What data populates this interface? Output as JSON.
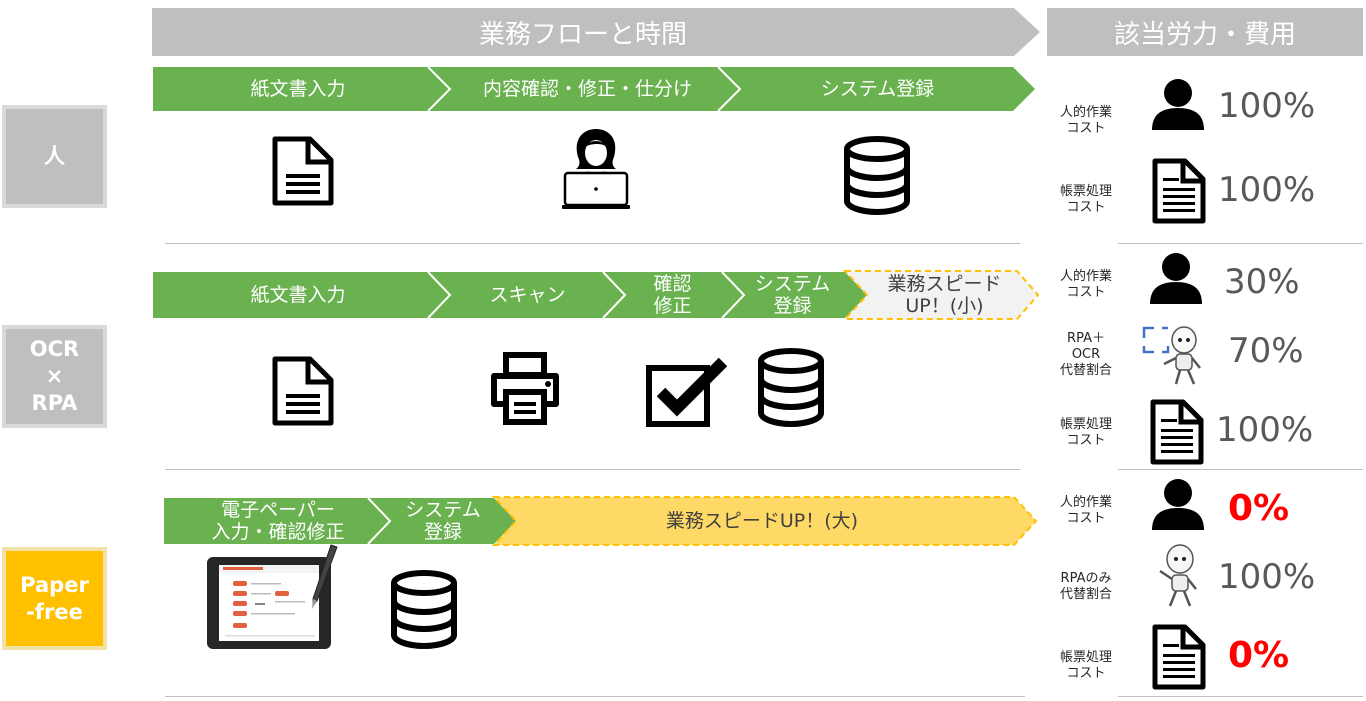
{
  "header": {
    "flow_title": "業務フローと時間",
    "cost_title": "該当労力・費用"
  },
  "rows": [
    {
      "label": "人",
      "steps": [
        "紙文書入力",
        "内容確認・修正・仕分け",
        "システム登録"
      ]
    },
    {
      "label_lines": [
        "OCR",
        "×",
        "RPA"
      ],
      "steps": [
        "紙文書入力",
        "スキャン"
      ],
      "step3_lines": [
        "確認",
        "修正"
      ],
      "step4_lines": [
        "システム",
        "登録"
      ],
      "speed_lines": [
        "業務スピード",
        "UP！(小)"
      ]
    },
    {
      "label_lines": [
        "Paper",
        "-free"
      ],
      "step1_lines": [
        "電子ペーパー",
        "入力・確認修正"
      ],
      "step2_lines": [
        "システム",
        "登録"
      ],
      "speed": "業務スピードUP！(大)"
    }
  ],
  "costs": [
    {
      "label_lines": [
        "人的作業",
        "コスト"
      ],
      "value": "100%",
      "icon": "person-icon"
    },
    {
      "label_lines": [
        "帳票処理",
        "コスト"
      ],
      "value": "100%",
      "icon": "document-icon"
    },
    {
      "label_lines": [
        "人的作業",
        "コスト"
      ],
      "value": "30%",
      "icon": "person-icon"
    },
    {
      "label_lines": [
        "RPA＋",
        "OCR",
        "代替割合"
      ],
      "value": "70%",
      "icon": "robot-icon"
    },
    {
      "label_lines": [
        "帳票処理",
        "コスト"
      ],
      "value": "100%",
      "icon": "document-icon"
    },
    {
      "label_lines": [
        "人的作業",
        "コスト"
      ],
      "value": "0%",
      "icon": "person-icon"
    },
    {
      "label_lines": [
        "RPAのみ",
        "代替割合"
      ],
      "value": "100%",
      "icon": "robot-icon"
    },
    {
      "label_lines": [
        "帳票処理",
        "コスト"
      ],
      "value": "0%",
      "icon": "document-icon"
    }
  ],
  "colors": {
    "header_gray": "#bfbfbf",
    "step_green": "#6ab150",
    "speed_light": "#f2f2f2",
    "speed_yellow": "#ffd966",
    "paperfree_gold": "#ffc000",
    "zero_red": "#ff0000"
  }
}
